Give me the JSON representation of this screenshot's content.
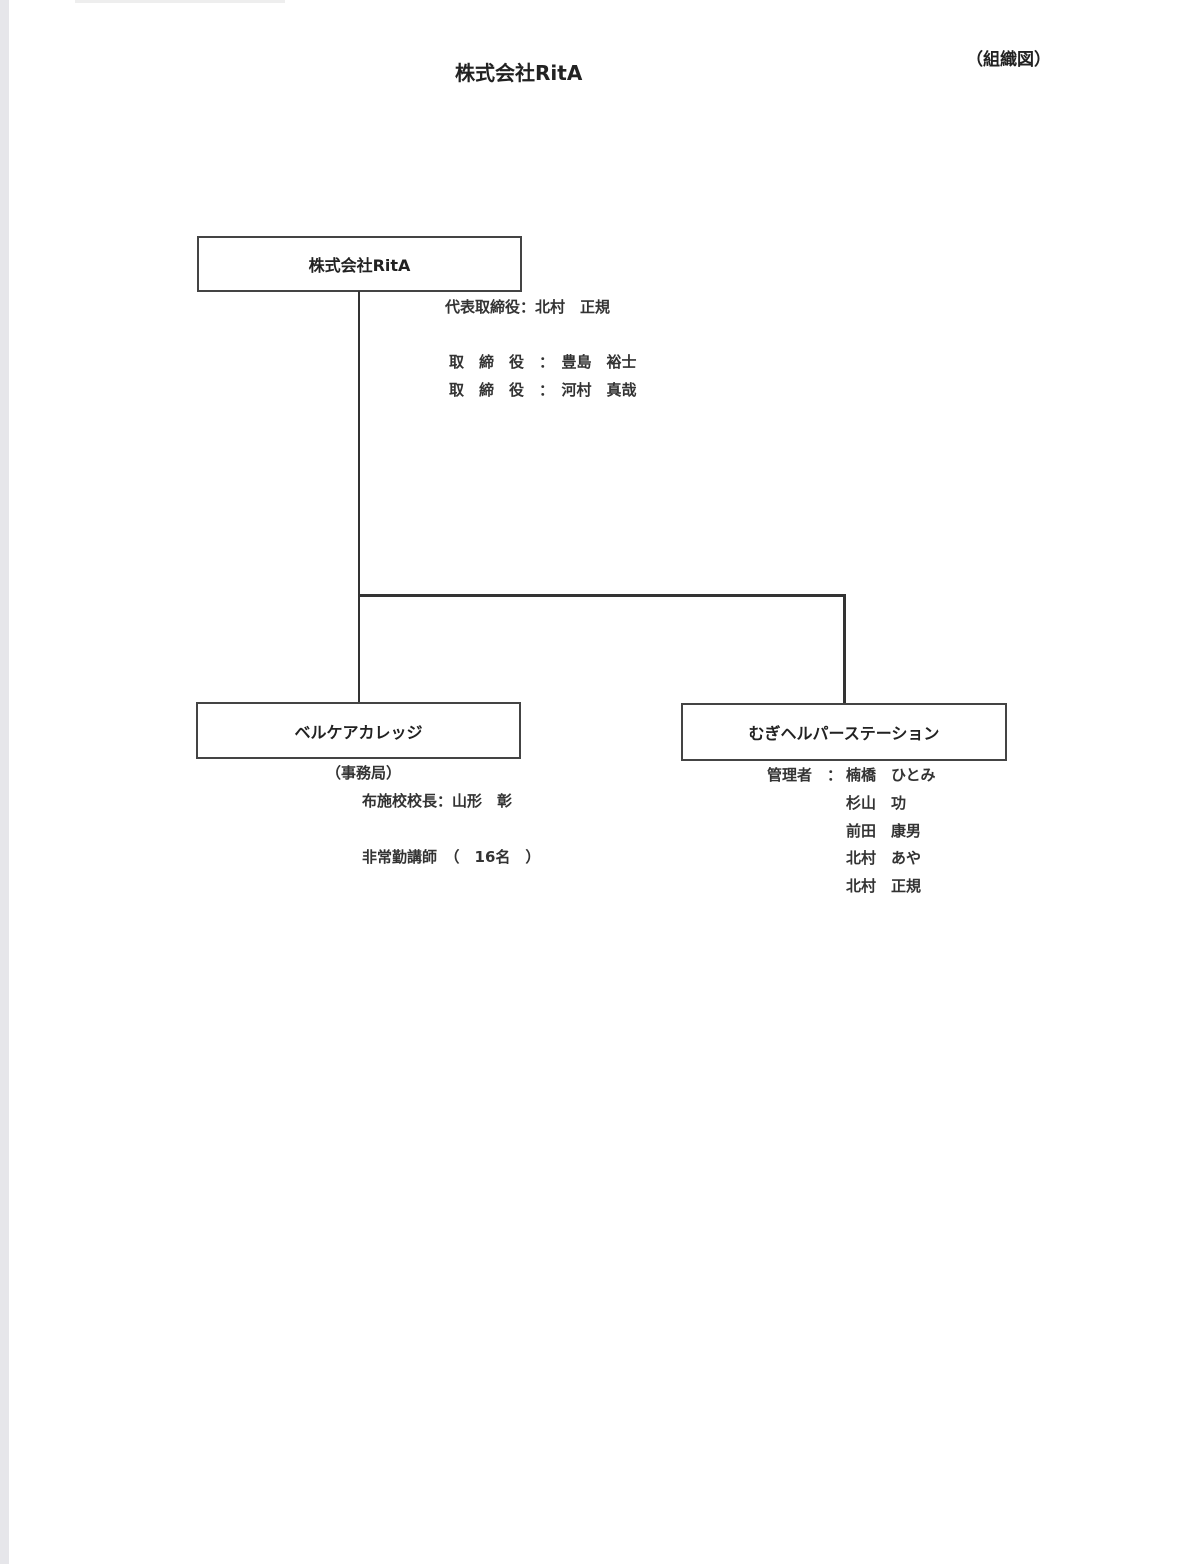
{
  "header": {
    "title": "株式会社RitA",
    "doc_label": "（組織図）"
  },
  "root": {
    "name": "株式会社RitA",
    "officers": [
      "代表取締役：北村　正規",
      "取　締　役　：　豊島　裕士",
      "取　締　役　：　河村　真哉"
    ]
  },
  "branches": [
    {
      "name": "ベルケアカレッジ",
      "section": "（事務局）",
      "lines": [
        "布施校校長：山形　彰",
        "非常勤講師　（　16名　）"
      ]
    },
    {
      "name": "むぎヘルパーステーション",
      "manager_label": "管理者　：",
      "members": [
        "楠橋　ひとみ",
        "杉山　功",
        "前田　康男",
        "北村　あや",
        "北村　正規"
      ]
    }
  ]
}
